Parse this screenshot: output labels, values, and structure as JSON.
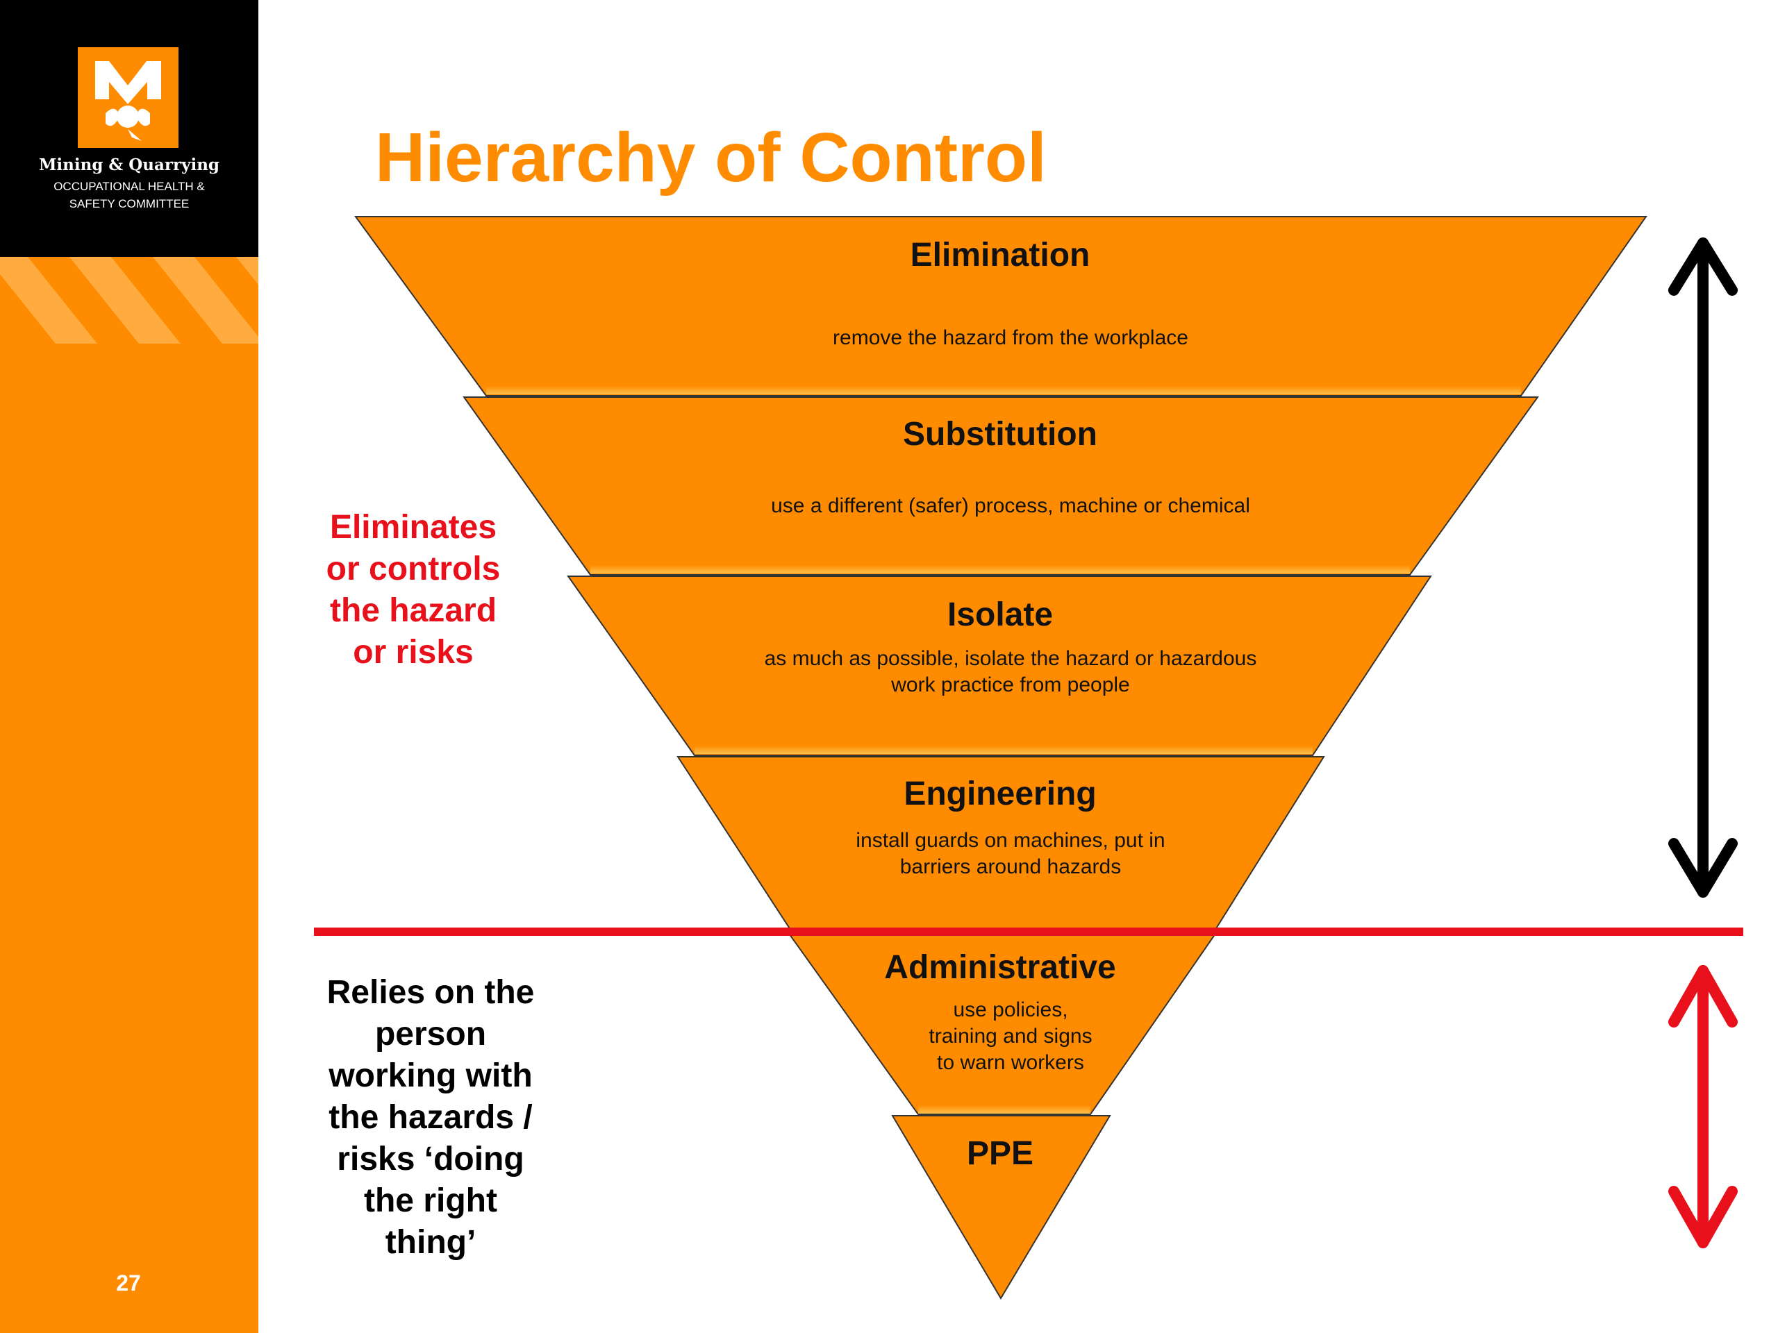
{
  "slide": {
    "title": "Hierarchy of Control",
    "page_number": "27",
    "colors": {
      "accent": "#ff8c00",
      "sidebar_top": "#000000",
      "divider": "#e8101a",
      "red_text": "#e8101a"
    }
  },
  "organization": {
    "logo_icon": "mining-quarrying-logo",
    "name_line1": "Mining & Quarrying",
    "name_line2": "OCCUPATIONAL HEALTH &",
    "name_line3": "SAFETY COMMITTEE"
  },
  "tiers": [
    {
      "title": "Elimination",
      "description": "remove the hazard from the workplace",
      "description2": ""
    },
    {
      "title": "Substitution",
      "description": "use a different (safer) process, machine or chemical",
      "description2": ""
    },
    {
      "title": "Isolate",
      "description": "as much as possible, isolate the hazard or hazardous",
      "description2": "work practice from people"
    },
    {
      "title": "Engineering",
      "description": "install guards on machines, put in",
      "description2": "barriers around hazards"
    },
    {
      "title": "Administrative",
      "description": "use policies,",
      "description2": "training and signs",
      "description3": "to warn workers"
    },
    {
      "title": "PPE",
      "description": "",
      "description2": ""
    }
  ],
  "annotations": {
    "upper_group": [
      "Eliminates",
      "or controls",
      "the hazard",
      "or risks"
    ],
    "lower_group": [
      "Relies on the",
      "person",
      "working with",
      "the hazards /",
      "risks ‘doing",
      "the right",
      "thing’"
    ]
  },
  "arrows": {
    "upper": "double-arrow-black",
    "lower": "double-arrow-red"
  }
}
